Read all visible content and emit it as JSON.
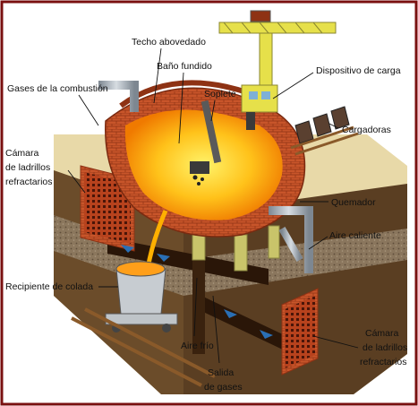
{
  "labels": {
    "techo": "Techo abovedado",
    "bano": "Baño fundido",
    "gases_combustion": "Gases de la combustión",
    "soplete": "Soplete",
    "dispositivo": "Dispositivo de carga",
    "cargadoras": "Cargadoras",
    "camara_l1": "Cámara",
    "camara_l2": "de ladrillos",
    "camara_l3": "refractarios",
    "quemador": "Quemador",
    "aire_caliente": "Aire caliente",
    "recipiente": "Recipiente de colada",
    "aire_frio": "Aire frío",
    "salida_1": "Salida",
    "salida_2": "de gases",
    "camara_r1": "Cámara",
    "camara_r2": "de ladrillos",
    "camara_r3": "refractarios"
  },
  "colors": {
    "frame": "#7a1010",
    "brick": "#c8552a",
    "brick_dark": "#8e3214",
    "earth": "#6b4c2a",
    "sand": "#e8d9a8",
    "molten": "#ffb000",
    "crane": "#e6e04a",
    "pipe": "#9aa4ad",
    "arrow": "#2a6fb5"
  }
}
